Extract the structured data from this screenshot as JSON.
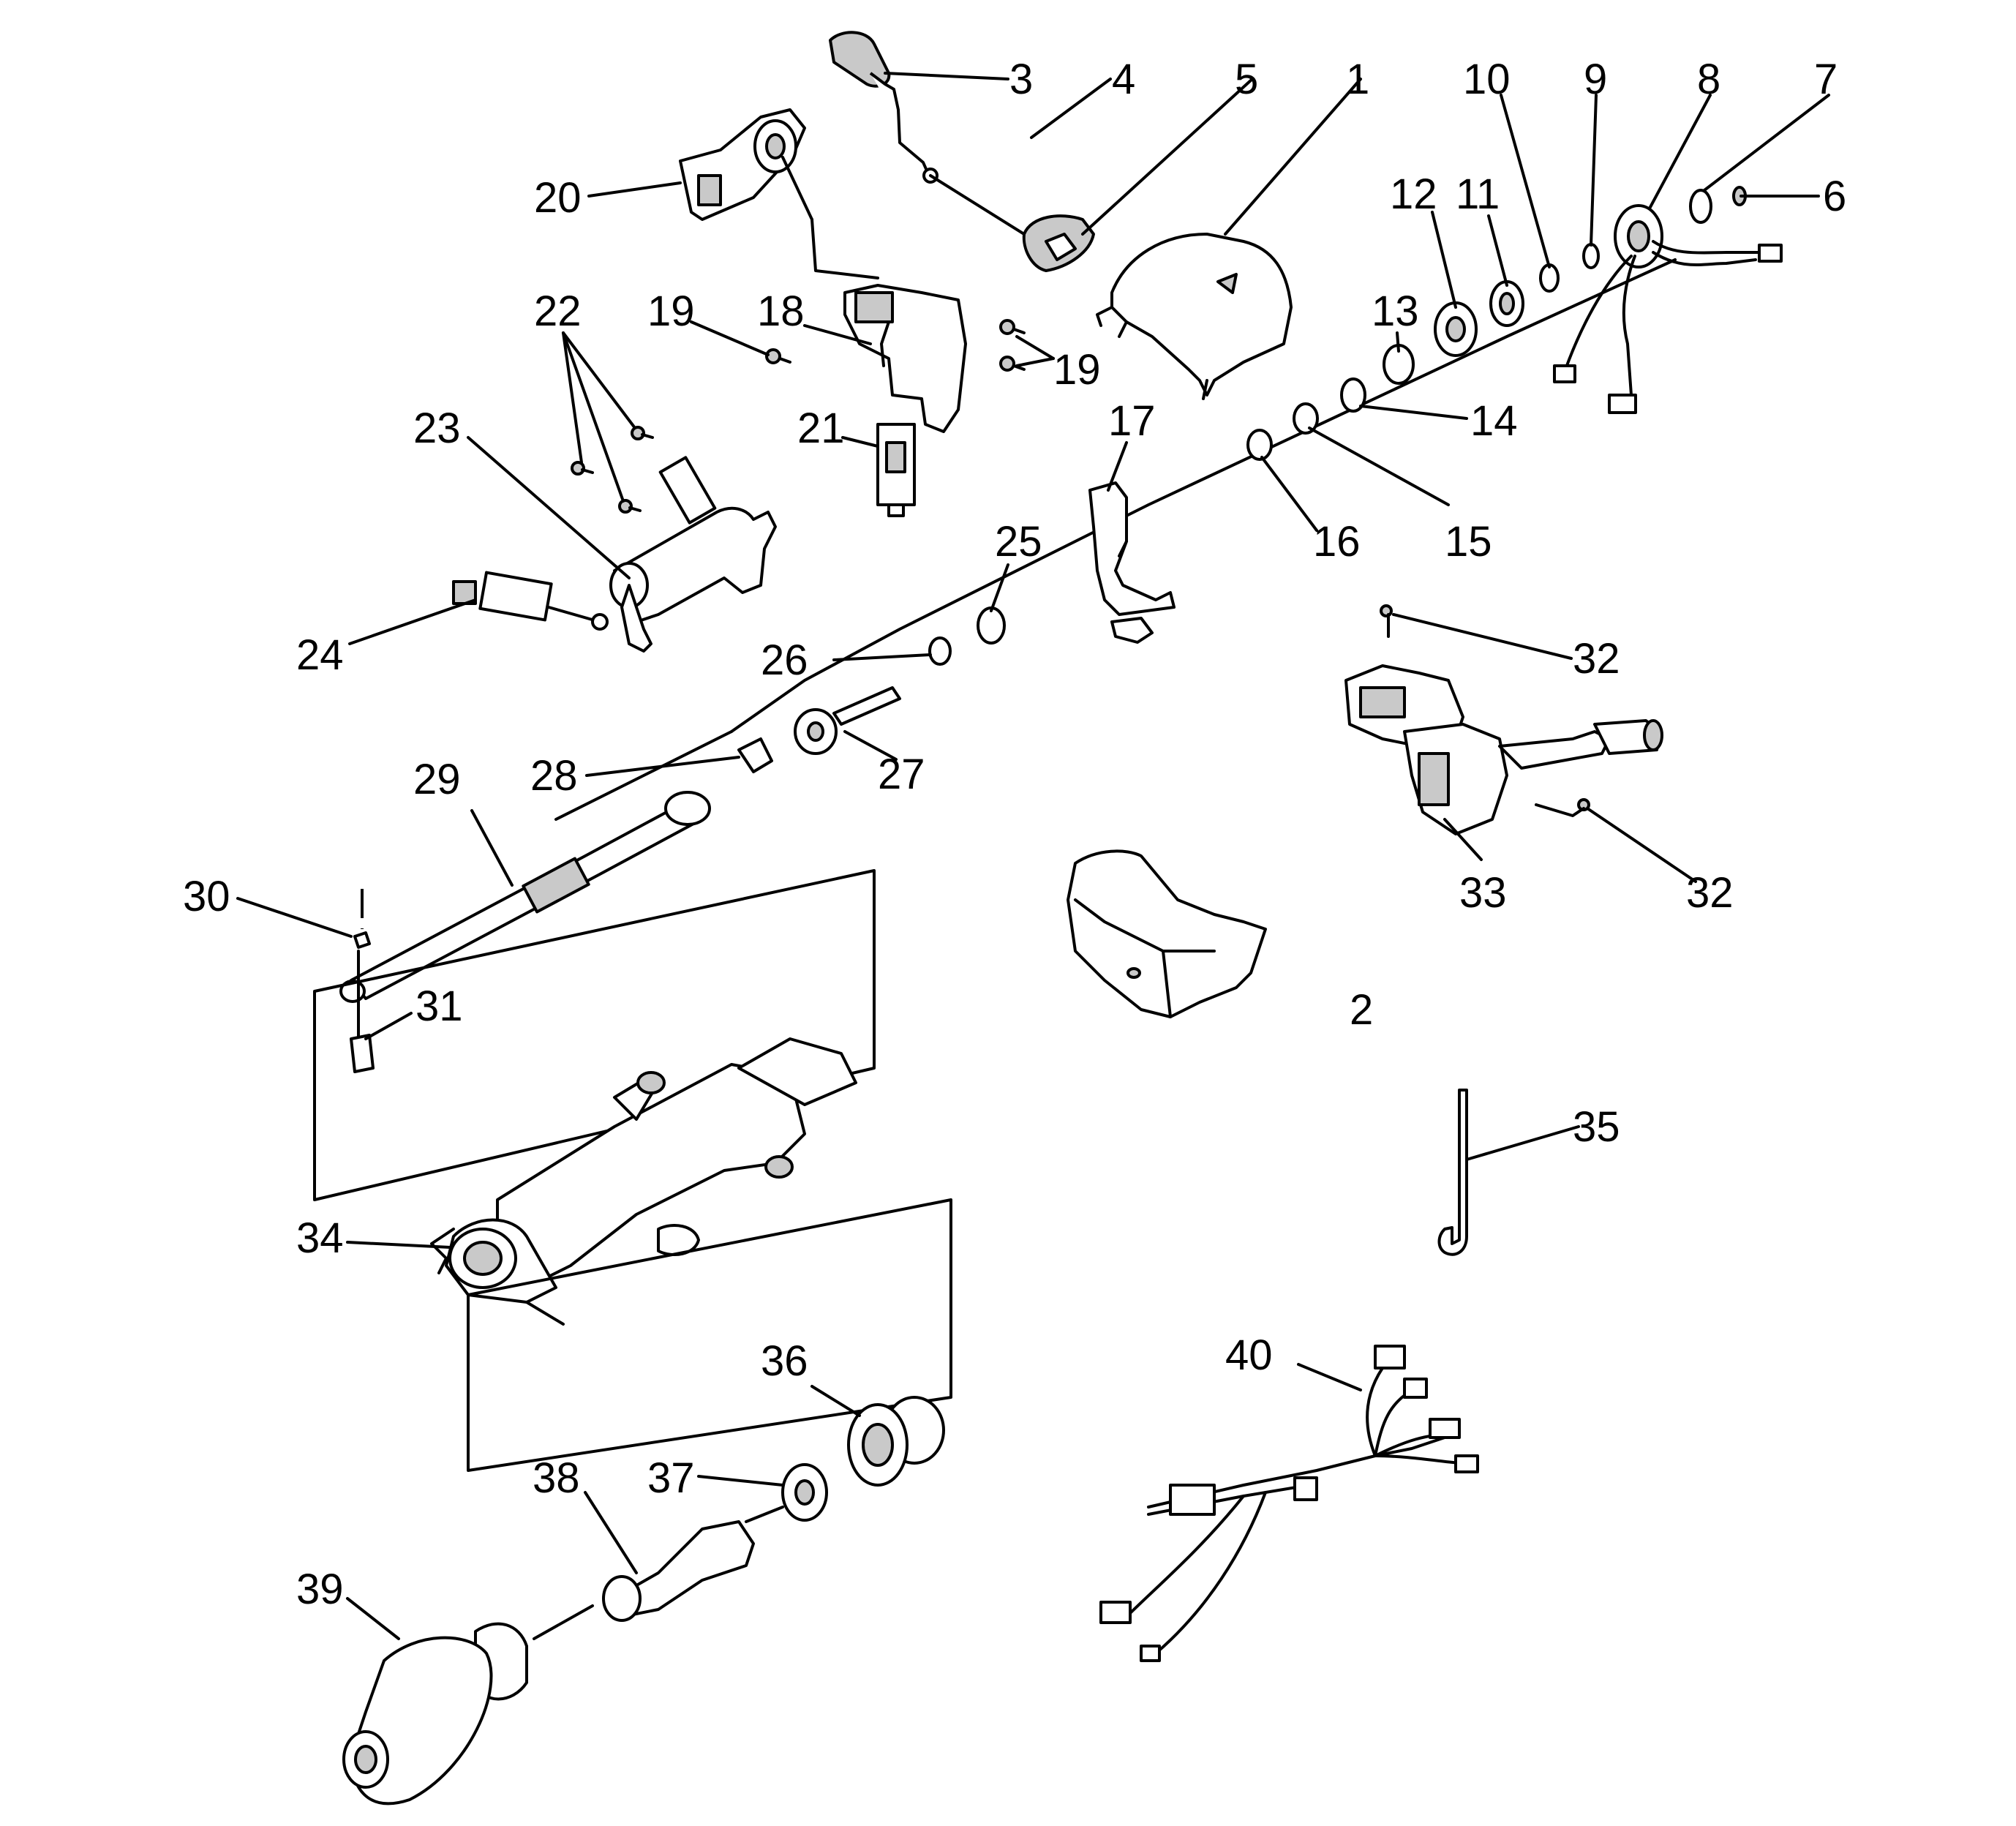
{
  "callouts": [
    {
      "id": "c1",
      "text": "1"
    },
    {
      "id": "c2",
      "text": "2"
    },
    {
      "id": "c3",
      "text": "3"
    },
    {
      "id": "c4",
      "text": "4"
    },
    {
      "id": "c5",
      "text": "5"
    },
    {
      "id": "c6",
      "text": "6"
    },
    {
      "id": "c7",
      "text": "7"
    },
    {
      "id": "c8",
      "text": "8"
    },
    {
      "id": "c9",
      "text": "9"
    },
    {
      "id": "c10",
      "text": "10"
    },
    {
      "id": "c11",
      "text": "11"
    },
    {
      "id": "c12",
      "text": "12"
    },
    {
      "id": "c13",
      "text": "13"
    },
    {
      "id": "c14",
      "text": "14"
    },
    {
      "id": "c15",
      "text": "15"
    },
    {
      "id": "c16",
      "text": "16"
    },
    {
      "id": "c17",
      "text": "17"
    },
    {
      "id": "c18",
      "text": "18"
    },
    {
      "id": "c19a",
      "text": "19"
    },
    {
      "id": "c19b",
      "text": "19"
    },
    {
      "id": "c20",
      "text": "20"
    },
    {
      "id": "c21",
      "text": "21"
    },
    {
      "id": "c22",
      "text": "22"
    },
    {
      "id": "c23",
      "text": "23"
    },
    {
      "id": "c24",
      "text": "24"
    },
    {
      "id": "c25",
      "text": "25"
    },
    {
      "id": "c26",
      "text": "26"
    },
    {
      "id": "c27",
      "text": "27"
    },
    {
      "id": "c28",
      "text": "28"
    },
    {
      "id": "c29",
      "text": "29"
    },
    {
      "id": "c30",
      "text": "30"
    },
    {
      "id": "c31",
      "text": "31"
    },
    {
      "id": "c32a",
      "text": "32"
    },
    {
      "id": "c32b",
      "text": "32"
    },
    {
      "id": "c33",
      "text": "33"
    },
    {
      "id": "c34",
      "text": "34"
    },
    {
      "id": "c35",
      "text": "35"
    },
    {
      "id": "c36",
      "text": "36"
    },
    {
      "id": "c37",
      "text": "37"
    },
    {
      "id": "c38",
      "text": "38"
    },
    {
      "id": "c39",
      "text": "39"
    },
    {
      "id": "c40",
      "text": "40"
    }
  ]
}
